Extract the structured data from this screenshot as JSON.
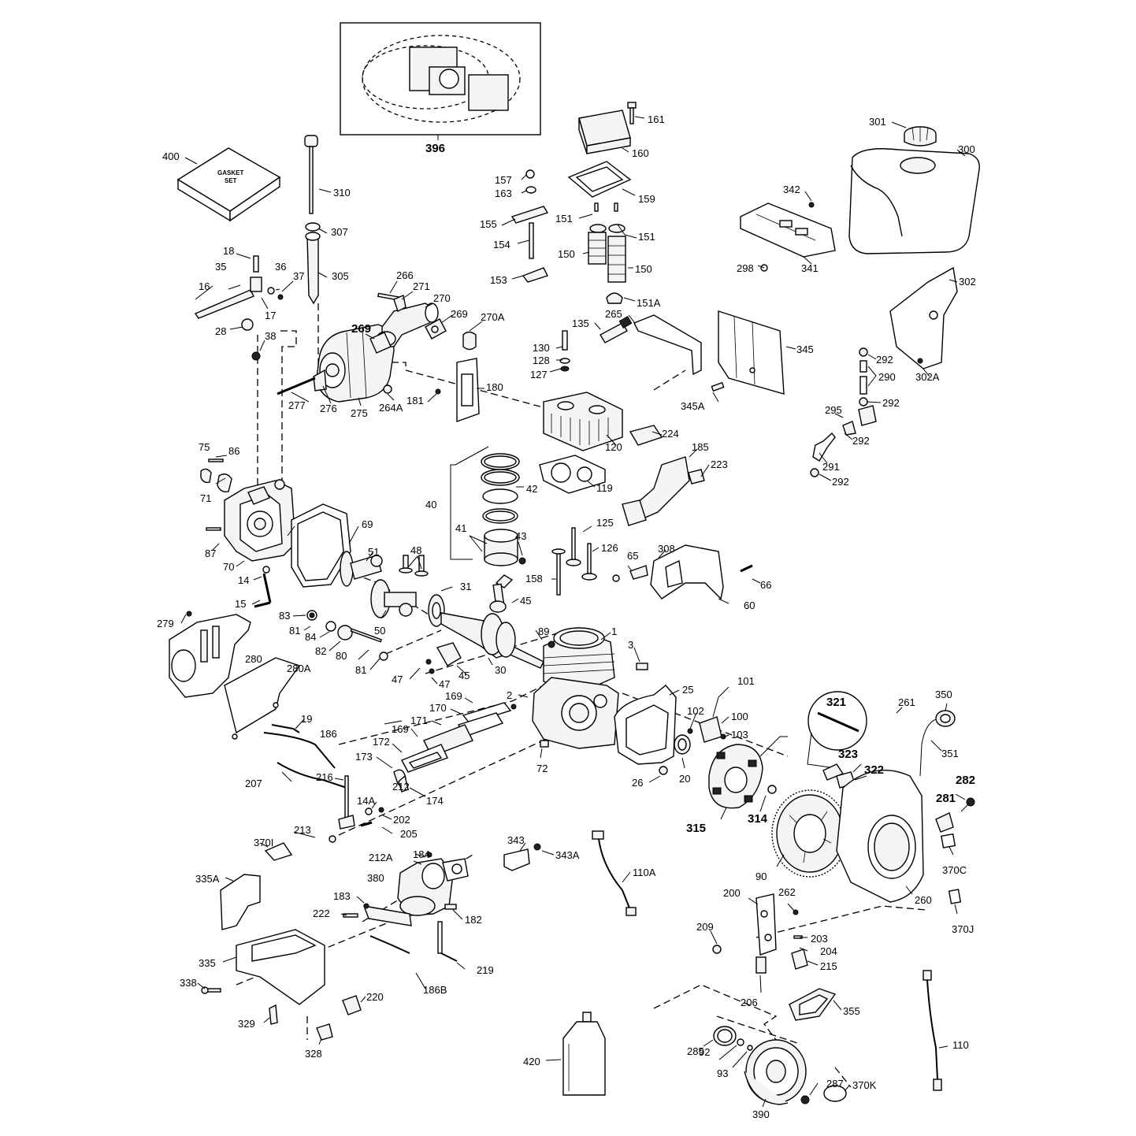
{
  "gasket_set_text": [
    "GASKET",
    "SET"
  ],
  "parts": [
    "1",
    "2",
    "3",
    "14",
    "14A",
    "15",
    "16",
    "17",
    "18",
    "19",
    "20",
    "25",
    "26",
    "28",
    "30",
    "31",
    "35",
    "36",
    "37",
    "38",
    "40",
    "41",
    "42",
    "43",
    "45",
    "45",
    "47",
    "47",
    "48",
    "50",
    "51",
    "60",
    "65",
    "66",
    "69",
    "70",
    "71",
    "72",
    "75",
    "80",
    "81",
    "81",
    "82",
    "83",
    "84",
    "86",
    "87",
    "89",
    "90",
    "92",
    "93",
    "100",
    "101",
    "102",
    "103",
    "110",
    "110A",
    "119",
    "120",
    "125",
    "126",
    "127",
    "128",
    "130",
    "135",
    "150",
    "150",
    "151",
    "151",
    "151A",
    "153",
    "154",
    "155",
    "157",
    "158",
    "159",
    "160",
    "161",
    "163",
    "169",
    "169",
    "170",
    "171",
    "172",
    "173",
    "174",
    "180",
    "181",
    "182",
    "183",
    "184",
    "185",
    "186",
    "186B",
    "200",
    "202",
    "203",
    "204",
    "205",
    "206",
    "207",
    "209",
    "212",
    "212A",
    "213",
    "215",
    "216",
    "219",
    "220",
    "222",
    "223",
    "224",
    "260",
    "261",
    "262",
    "264A",
    "265",
    "266",
    "269",
    "269",
    "270",
    "270A",
    "271",
    "275",
    "276",
    "277",
    "279",
    "280",
    "280A",
    "281",
    "282",
    "285",
    "287",
    "290",
    "291",
    "292",
    "292",
    "292",
    "292",
    "295",
    "298",
    "300",
    "301",
    "302",
    "302A",
    "305",
    "307",
    "308",
    "310",
    "314",
    "315",
    "321",
    "322",
    "323",
    "328",
    "329",
    "335",
    "335A",
    "338",
    "341",
    "342",
    "343",
    "343A",
    "345",
    "345A",
    "350",
    "351",
    "355",
    "370C",
    "370I",
    "370J",
    "370K",
    "380",
    "390",
    "396",
    "400",
    "420"
  ]
}
